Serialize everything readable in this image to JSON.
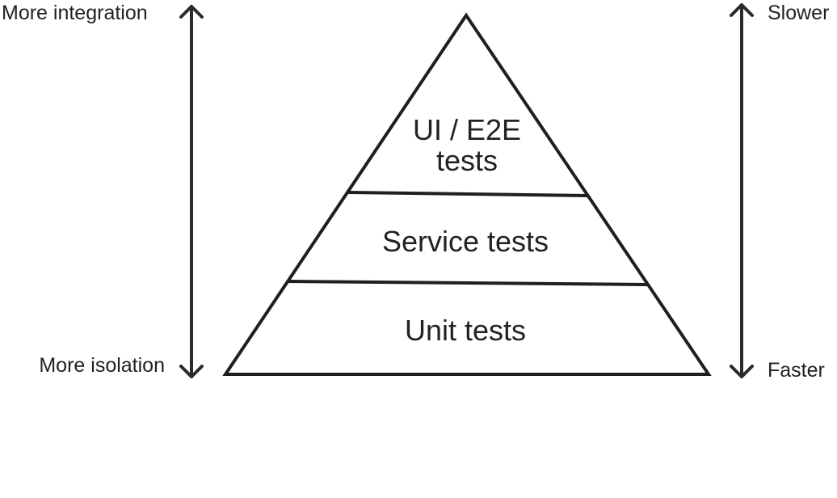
{
  "left_axis": {
    "top_label": "More integration",
    "bottom_label": "More isolation"
  },
  "right_axis": {
    "top_label": "Slower",
    "bottom_label": "Faster"
  },
  "pyramid": {
    "tiers": [
      {
        "line1": "UI / E2E",
        "line2": "tests"
      },
      {
        "label": "Service tests"
      },
      {
        "label": "Unit tests"
      }
    ]
  },
  "colors": {
    "stroke": "#1f1f1f",
    "text": "#222222",
    "background": "#ffffff"
  }
}
